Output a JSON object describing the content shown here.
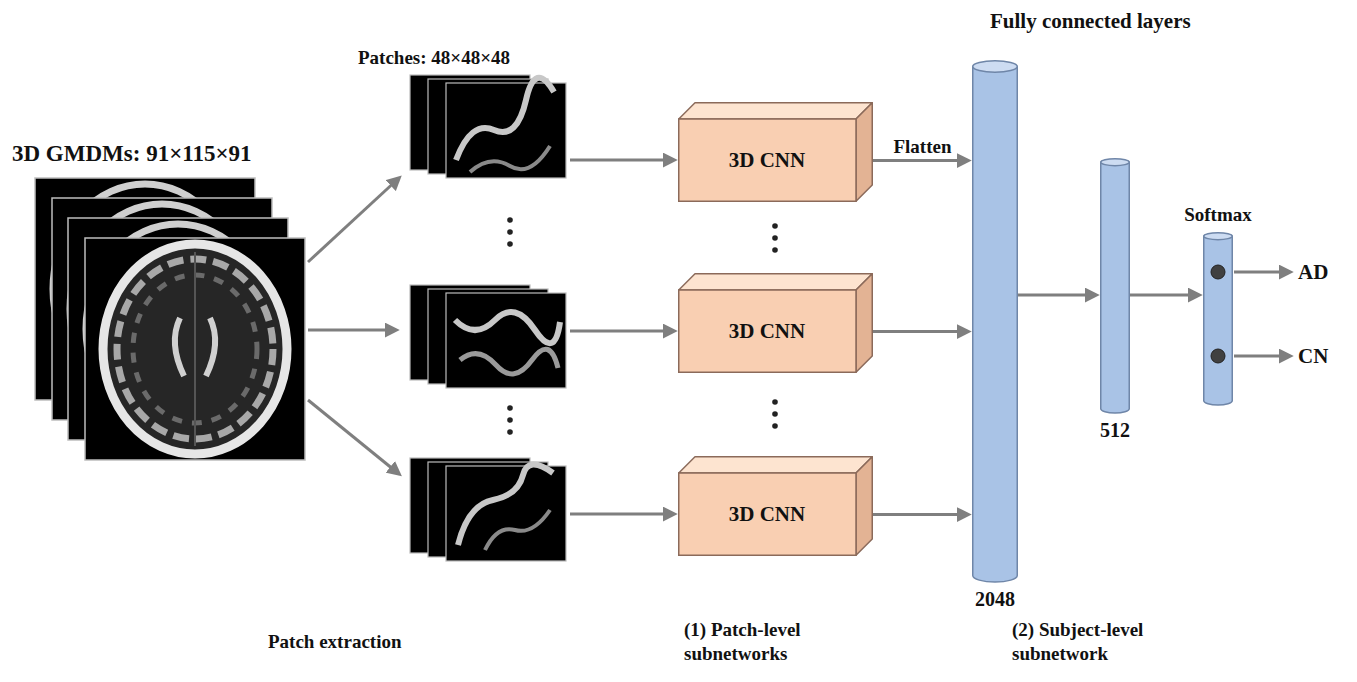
{
  "diagram": {
    "nodes": [
      {
        "text": [
          "3D CNN"
        ]
      },
      {
        "text": [
          "3D CNN"
        ]
      },
      {
        "text": [
          "3D CNN"
        ]
      },
      {
        "text": [
          "2048"
        ]
      },
      {
        "text": [
          "512"
        ]
      },
      {
        "text": [
          "Softmax"
        ]
      }
    ],
    "edges": [
      {
        "from": 0,
        "to": 3,
        "arrow": "to",
        "label": "Flatten"
      },
      {
        "from": 1,
        "to": 3,
        "arrow": "to"
      },
      {
        "from": 2,
        "to": 3,
        "arrow": "to"
      },
      {
        "from": 3,
        "to": 4,
        "arrow": "to"
      },
      {
        "from": 4,
        "to": 5,
        "arrow": "to"
      }
    ],
    "labels": [
      "3D GMDMs: 91×115×91",
      "Patches: 48×48×48",
      "Fully connected layers",
      "AD",
      "CN",
      "Patch extraction",
      "(1) Patch-level subnetworks",
      "(2) Subject-level subnetwork"
    ]
  }
}
